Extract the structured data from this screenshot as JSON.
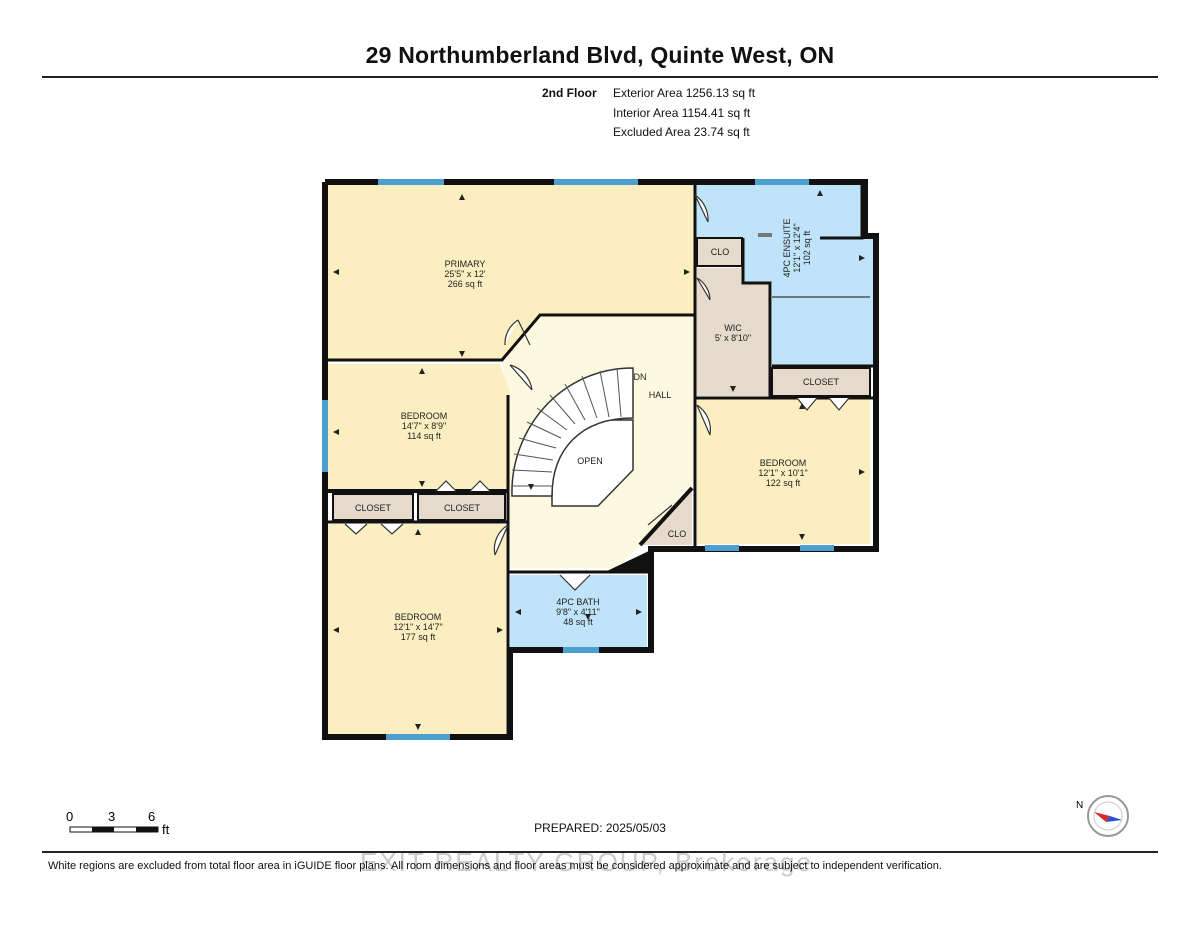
{
  "title": "29 Northumberland Blvd, Quinte West, ON",
  "floor": {
    "name": "2nd Floor",
    "exterior_area": "Exterior Area 1256.13 sq ft",
    "interior_area": "Interior Area 1154.41 sq ft",
    "excluded_area": "Excluded Area 23.74 sq ft"
  },
  "rooms": {
    "primary": {
      "name": "PRIMARY",
      "dims": "25'5\" x 12'",
      "area": "266 sq ft"
    },
    "ensuite": {
      "name": "4PC ENSUITE",
      "dims": "12'1\" x 12'4\"",
      "area": "102 sq ft"
    },
    "clo_top": {
      "name": "CLO"
    },
    "wic": {
      "name": "WIC",
      "dims": "5' x 8'10\""
    },
    "closet_right": {
      "name": "CLOSET"
    },
    "dn": {
      "name": "DN"
    },
    "hall": {
      "name": "HALL"
    },
    "open": {
      "name": "OPEN"
    },
    "bedroom_mid": {
      "name": "BEDROOM",
      "dims": "14'7\" x 8'9\"",
      "area": "114 sq ft"
    },
    "closet_left1": {
      "name": "CLOSET"
    },
    "closet_left2": {
      "name": "CLOSET"
    },
    "bedroom_right": {
      "name": "BEDROOM",
      "dims": "12'1\" x 10'1\"",
      "area": "122 sq ft"
    },
    "clo_hall": {
      "name": "CLO"
    },
    "bath": {
      "name": "4PC BATH",
      "dims": "9'8\" x 4'11\"",
      "area": "48 sq ft"
    },
    "bedroom_bottom": {
      "name": "BEDROOM",
      "dims": "12'1\" x 14'7\"",
      "area": "177 sq ft"
    }
  },
  "colors": {
    "bedroom": "#fbefc1",
    "hall": "#fdf8e0",
    "bath": "#bfe3f8",
    "storage": "#e5dacb",
    "wall": "#111111",
    "window": "#4e9fd0"
  },
  "scale": {
    "ticks": [
      "0",
      "3",
      "6"
    ],
    "unit": "ft"
  },
  "compass": {
    "label": "N"
  },
  "prepared": "PREPARED: 2025/05/03",
  "disclaimer": "White regions are excluded from total floor area in iGUIDE floor plans. All room dimensions and floor areas must be considered approximate and are subject to independent verification.",
  "watermark": "EXIT REALTY GROUP, Brokerage"
}
